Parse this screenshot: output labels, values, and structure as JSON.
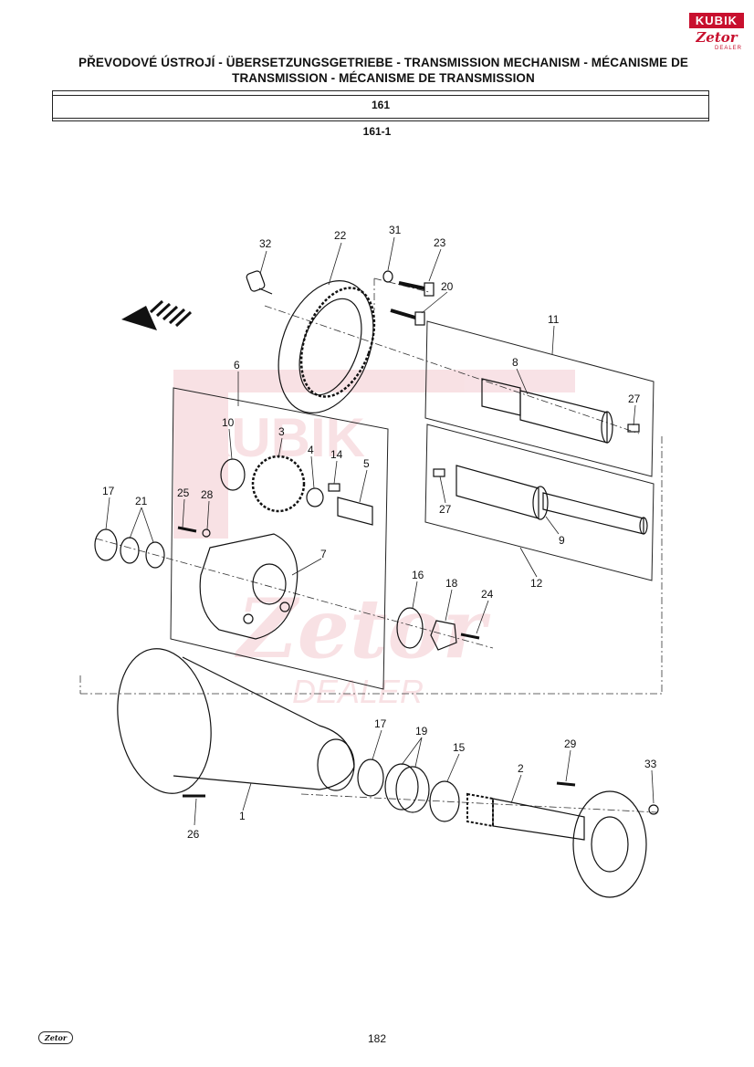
{
  "header": {
    "title_line1": "PŘEVODOVÉ ÚSTROJÍ - ÜBERSETZUNGSGETRIEBE - TRANSMISSION MECHANISM - MÉCANISME DE",
    "title_line2": "TRANSMISSION - MÉCANISME DE TRANSMISSION",
    "section_number": "161",
    "figure_number": "161-1"
  },
  "logo": {
    "top_text": "KUBIK",
    "brand": "Zetor",
    "sub": "DEALER"
  },
  "watermark": {
    "brand": "Zetor",
    "text": "KUBIK",
    "sub": "DEALER"
  },
  "callouts": [
    "1",
    "2",
    "3",
    "4",
    "5",
    "6",
    "7",
    "8",
    "9",
    "10",
    "11",
    "12",
    "14",
    "15",
    "16",
    "17",
    "17",
    "18",
    "19",
    "20",
    "21",
    "22",
    "23",
    "24",
    "25",
    "26",
    "27",
    "27",
    "28",
    "29",
    "31",
    "32",
    "33"
  ],
  "footer": {
    "page_number": "182",
    "logo_text": "Zetor"
  }
}
